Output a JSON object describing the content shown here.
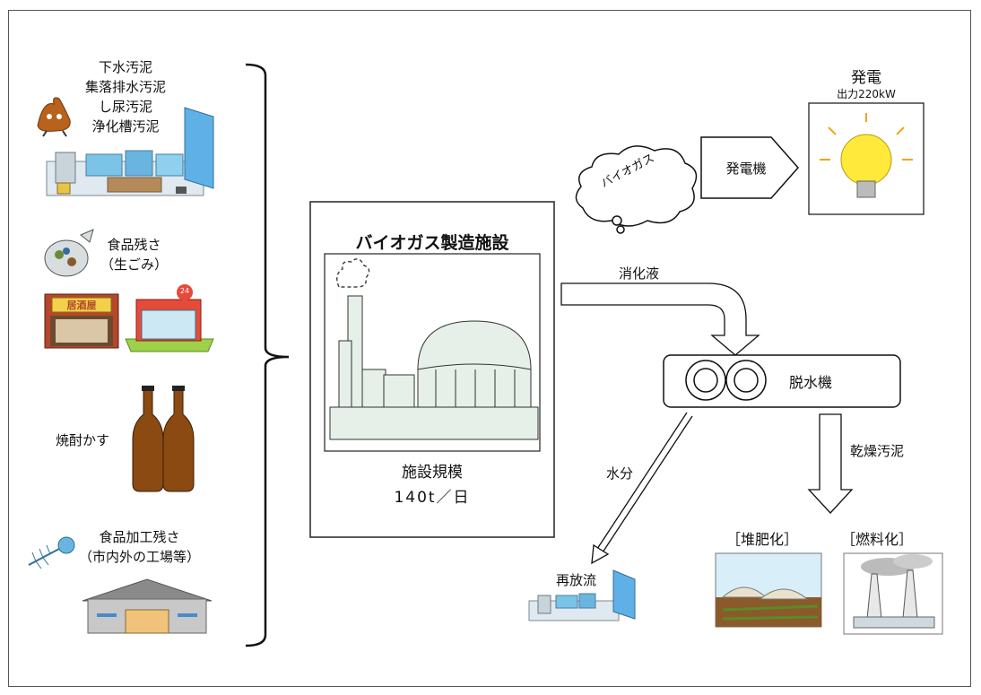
{
  "sources": {
    "sludge_lines": [
      "下水汚泥",
      "集落排水汚泥",
      "し尿汚泥",
      "浄化槽汚泥"
    ],
    "food_waste_lines": [
      "食品残さ",
      "（生ごみ）"
    ],
    "izakaya_sign": "居酒屋",
    "store_badge": "24",
    "shochu": "焼酎かす",
    "food_processing_lines": [
      "食品加工残さ",
      "（市内外の工場等）"
    ]
  },
  "facility": {
    "title": "バイオガス製造施設",
    "scale_label": "施設規模",
    "scale_value": "140t／日"
  },
  "biogas": {
    "cloud_label": "バイオガス"
  },
  "generator": {
    "label": "発電機"
  },
  "power": {
    "title": "発電",
    "output": "出力220kW"
  },
  "digestate": {
    "label": "消化液"
  },
  "dehydrator": {
    "label": "脱水機"
  },
  "water": {
    "label": "水分",
    "discharge": "再放流"
  },
  "dried": {
    "label": "乾燥汚泥"
  },
  "uses": {
    "compost": "［堆肥化］",
    "fuel": "［燃料化］"
  }
}
